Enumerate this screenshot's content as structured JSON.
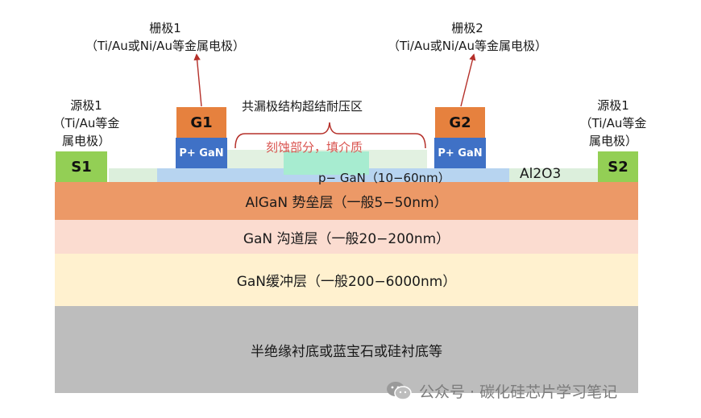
{
  "diagram": {
    "gate1_annotation": {
      "title": "栅极1",
      "material": "（Ti/Au或Ni/Au等金属电极）"
    },
    "gate2_annotation": {
      "title": "栅极2",
      "material": "（Ti/Au或Ni/Au等金属电极）"
    },
    "source1_annotation": {
      "line1": "源极1",
      "line2": "（Ti/Au等金",
      "line3": "属电极）"
    },
    "source2_annotation": {
      "line1": "源极1",
      "line2": "（Ti/Au等金",
      "line3": "属电极）"
    },
    "gate1_label": "G1",
    "gate2_label": "G2",
    "pgan_gate_label_1": "P+ GaN",
    "pgan_gate_label_2": "P+ GaN",
    "source1_label": "S1",
    "source2_label": "S2",
    "superjunction_label": "共漏极结构超结耐压区",
    "etch_label": "刻蚀部分，填介质",
    "pgan_layer_label": "p− GaN（10−60nm）",
    "al2o3_label": "Al2O3",
    "barrier_label": "AlGaN 势垒层（一般5−50nm）",
    "channel_label": "GaN 沟道层（一般20−200nm）",
    "buffer_label": "GaN缓冲层（一般200−6000nm）",
    "substrate_label": "半绝缘衬底或蓝宝石或硅衬底等"
  },
  "watermark": {
    "icon": "wechat-icon",
    "text": "公众号 · 碳化硅芯片学习笔记"
  },
  "colors": {
    "substrate": "#bdbdbd",
    "buffer": "#fff1cf",
    "channel": "#fbdcd0",
    "barrier": "#ec9967",
    "al2o3": "#dcefdc",
    "pgan_layer": "#b7d4f0",
    "pgan_gate": "#3f71c6",
    "gate_metal": "#e6813e",
    "source_metal": "#93cf55",
    "etch_fill": "#a7ecd0",
    "arrow": "#b5302a"
  }
}
